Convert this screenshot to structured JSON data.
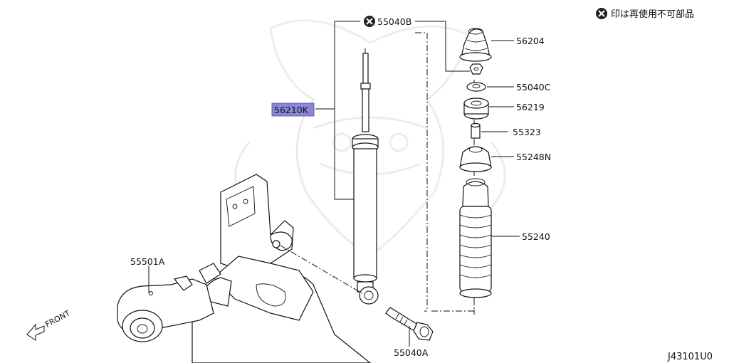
{
  "legend": {
    "symbol": "✖",
    "text": "印は再使用不可部品"
  },
  "figure_code": "J43101U0",
  "front_label": "FRONT",
  "parts": {
    "p56210K": "56210K",
    "p55040B": "55040B",
    "p56204": "56204",
    "p55040C": "55040C",
    "p56219": "56219",
    "p55323": "55323",
    "p55248N": "55248N",
    "p55240": "55240",
    "p55501A": "55501A",
    "p55040A": "55040A"
  },
  "highlight_color": "#8b87d6"
}
